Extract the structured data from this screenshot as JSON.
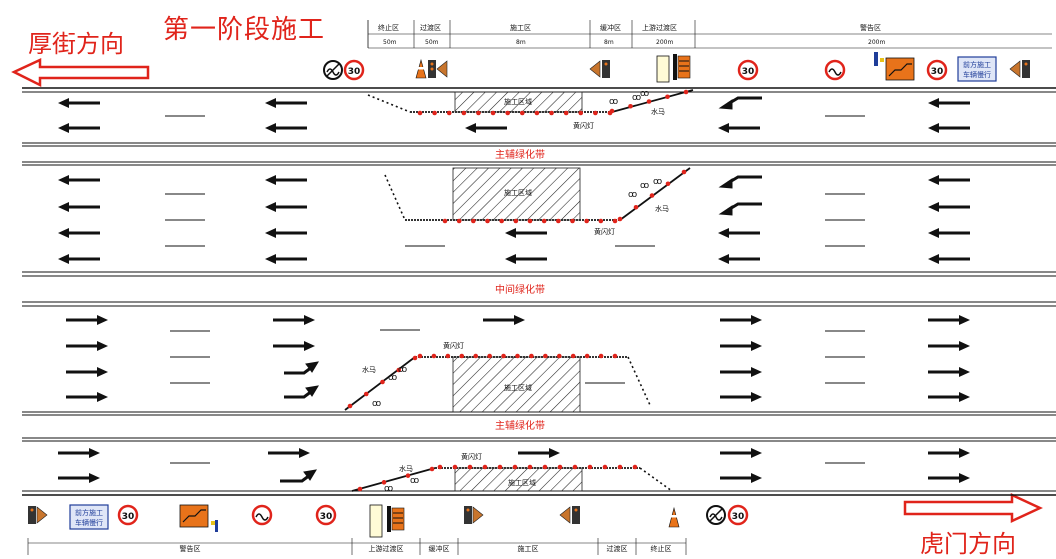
{
  "title": "第一阶段施工",
  "direction_left": "厚街方向",
  "direction_right": "虎门方向",
  "median_labels": {
    "upper_aux": "主辅绿化带",
    "middle": "中间绿化带",
    "lower_aux": "主辅绿化带"
  },
  "zone_labels": {
    "work_area": "施工区域",
    "flash_light": "黄闪灯",
    "water_barrier": "水马"
  },
  "top_ruler": [
    {
      "zone": "终止区",
      "len": "50m"
    },
    {
      "zone": "过渡区",
      "len": "50m"
    },
    {
      "zone": "施工区",
      "len": "8m"
    },
    {
      "zone": "缓冲区",
      "len": "8m"
    },
    {
      "zone": "上游过渡区",
      "len": "200m"
    },
    {
      "zone": "警告区",
      "len": "200m"
    }
  ],
  "bottom_ruler": [
    {
      "zone": "警告区"
    },
    {
      "zone": "上游过渡区"
    },
    {
      "zone": "缓冲区"
    },
    {
      "zone": "施工区"
    },
    {
      "zone": "过渡区"
    },
    {
      "zone": "终止区"
    }
  ],
  "sign_text": {
    "line1": "前方施工",
    "line2": "车辆慢行"
  },
  "colors": {
    "red": "#e0241b",
    "orange": "#e8731a",
    "black": "#111111"
  }
}
